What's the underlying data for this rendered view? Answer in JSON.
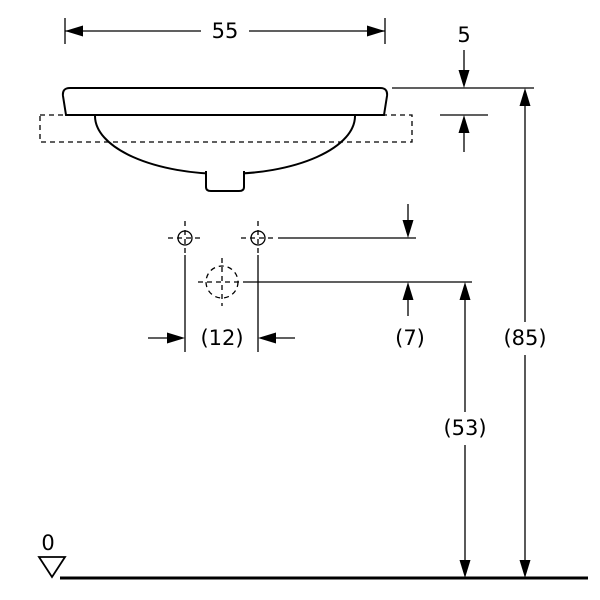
{
  "drawing": {
    "labels": {
      "basin_width": "55",
      "rim_height": "5",
      "tap_hole_spacing": "(12)",
      "tap_to_drain_offset": "(7)",
      "drain_height": "(53)",
      "overall_height": "(85)",
      "floor_level": "0"
    },
    "colors": {
      "line": "#000000",
      "background": "#ffffff"
    }
  }
}
